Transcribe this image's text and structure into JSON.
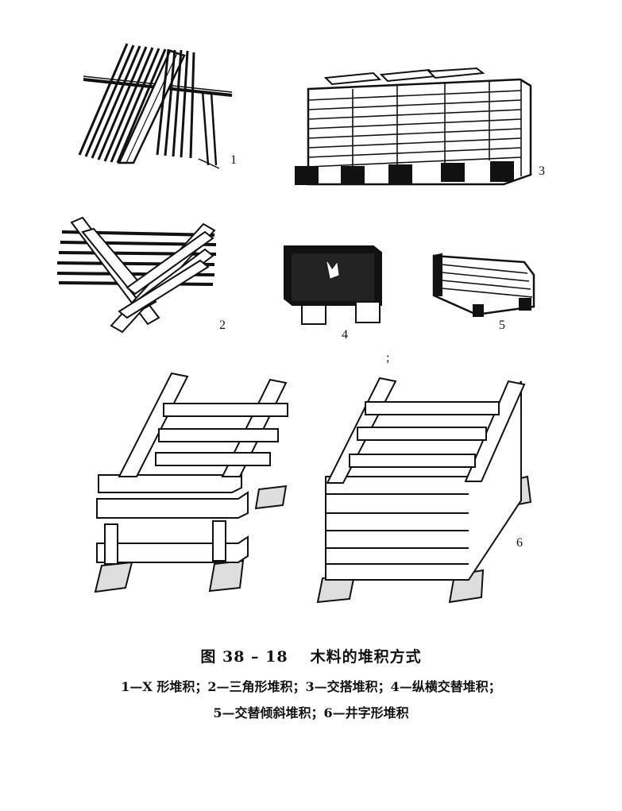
{
  "labels": {
    "p1": "1",
    "p2": "2",
    "p3": "3",
    "p4": "4",
    "p5": "5",
    "p6": "6",
    "stray": ";"
  },
  "caption": {
    "figure_number": "图 38 – 18",
    "title": "木料的堆积方式",
    "legend_line_1": "1—X 形堆积；2—三角形堆积；3—交搭堆积；4—纵横交替堆积；",
    "legend_line_2": "5—交替倾斜堆积；6—井字形堆积"
  },
  "colors": {
    "ink": "#111111",
    "paper": "#ffffff"
  }
}
